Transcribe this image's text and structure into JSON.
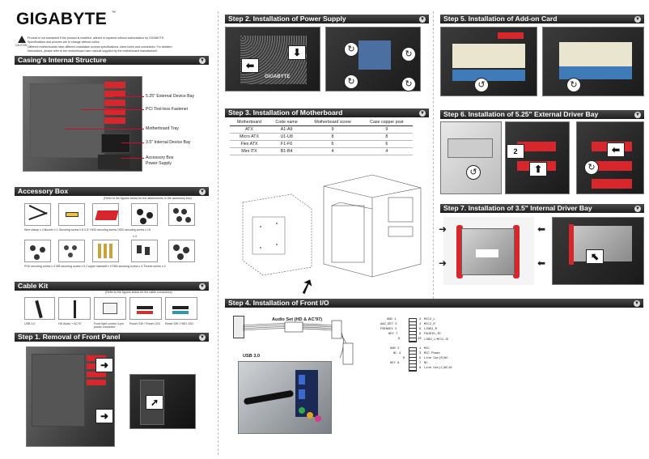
{
  "brand": {
    "logo": "GIGABYTE",
    "tm": "™"
  },
  "caution": {
    "label": "CAUTION",
    "line1": "Product is not warranted if the product is modified, altered or repaired without authorization by GIGABYTE.",
    "line2": "Specifications and pictures are to change without notice.",
    "line3": "Different motherboards have different installation screws specifications, sizes holes and connectors. For detailed",
    "line4": "instructions, please refer to the motherboard user manual supplied by the motherboard manufacturer."
  },
  "sections": {
    "casing": "Casing's Internal Structure",
    "accessory": "Accessory Box",
    "cable": "Cable Kit",
    "step1": "Step 1. Removal of Front Panel",
    "step2": "Step 2. Installation of Power Supply",
    "step3": "Step 3. Installation of Motherboard",
    "step4": "Step 4. Installation of Front I/O",
    "step5": "Step 5. Installation of Add-on Card",
    "step6": "Step 6. Installation of 5.25\" External Driver Bay",
    "step7": "Step 7. Installation of 3.5\" Internal Driver Bay"
  },
  "casing_labels": [
    "5.25\" External Device Bay",
    "PCI Tool-less Fastener",
    "Motherboard Tray",
    "3.5\" Internal Device Bay",
    "Accessory Box",
    "Power Supply"
  ],
  "accessory": {
    "note": "(Refer to the figures below for the attachments in the accessory box)",
    "row1": "Wire clamp x 4   Buzzer x 1   Securing screw x 8   2.5\" HDD securing screw            ODD securing screw x 15",
    "row2": "PSU securing screw x 4   MB securing screw x 9   Copper standoff x 9   FAN securing screw x 4                    Thumb screw x 4",
    "x4": "x 4"
  },
  "cable": {
    "note": "(Refer to the figures below for the cable connectors)",
    "items": [
      "USB 3.0",
      "HD Audio + AC'97",
      "Front light control 4-pin power connector",
      "Power SW / Power LED",
      "Reset SW / HDD LED"
    ]
  },
  "mb_table": {
    "headers": [
      "Motherboard",
      "Code name",
      "Motherboard screw",
      "Case copper post"
    ],
    "rows": [
      [
        "ATX",
        "A1-A9",
        "9",
        "9"
      ],
      [
        "Micro ATX",
        "U1-U8",
        "8",
        "8"
      ],
      [
        "Flex ATX",
        "F1-F6",
        "6",
        "6"
      ],
      [
        "Mini ITX",
        "B1-B4",
        "4",
        "4"
      ]
    ]
  },
  "front_io": {
    "audio_label": "Audio Set (HD & AC'97)",
    "usb_label": "USB 3.0",
    "pins_a": [
      "GND  1",
      "AAZ_DET  3",
      "FSENSE1  5",
      "KEY  7",
      "9"
    ],
    "pins_a_r": [
      "MIC2_L",
      "MIC2_R",
      "LINE2_R",
      "FAUDIO_JD",
      "LINE2_L/MIC2-JD"
    ],
    "pins_b": [
      "GND  2",
      "NC  4",
      "6",
      "KEY  8"
    ],
    "pins_b_r": [
      "MIC",
      "MIC Power",
      "Line Out(R)NC",
      "NC",
      "Line Out(L)NC"
    ],
    "pin_nums_a": [
      "2",
      "4",
      "6",
      "8",
      "10"
    ],
    "pin_nums_b": [
      "1",
      "3",
      "5",
      "7",
      "9",
      "10"
    ]
  },
  "psu_brand": "GIGABYTE"
}
